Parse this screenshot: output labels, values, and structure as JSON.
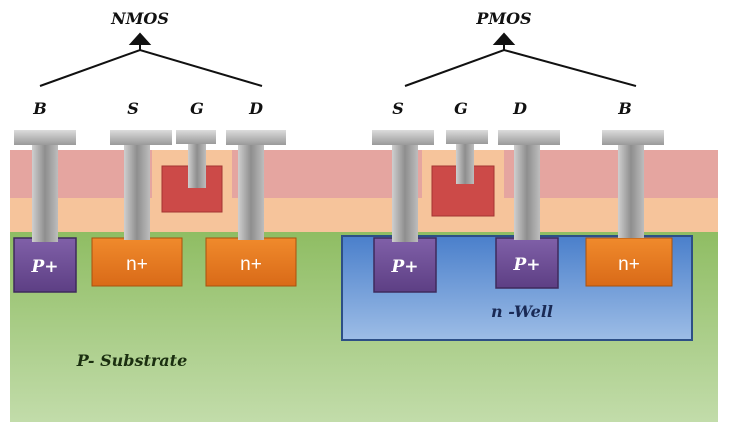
{
  "title_left": "NMOS",
  "title_right": "PMOS",
  "nmos_terminals": [
    "B",
    "S",
    "G",
    "D"
  ],
  "pmos_terminals": [
    "S",
    "G",
    "D",
    "B"
  ],
  "nmos_regions": [
    "P+",
    "n+",
    "n+"
  ],
  "pmos_regions": [
    "P+",
    "P+",
    "n+"
  ],
  "well_label": "n -Well",
  "substrate_label": "P- Substrate",
  "colors": {
    "substrate": "#a6cb82",
    "oxide_pink": "#e5a5a0",
    "oxide_peach": "#f6c49b",
    "gate_poly": "#cc4a48",
    "n_plus": "#e87a24",
    "p_plus": "#6e4d94",
    "n_well": "#5a8dd2",
    "metal": "#a9a9a9"
  }
}
